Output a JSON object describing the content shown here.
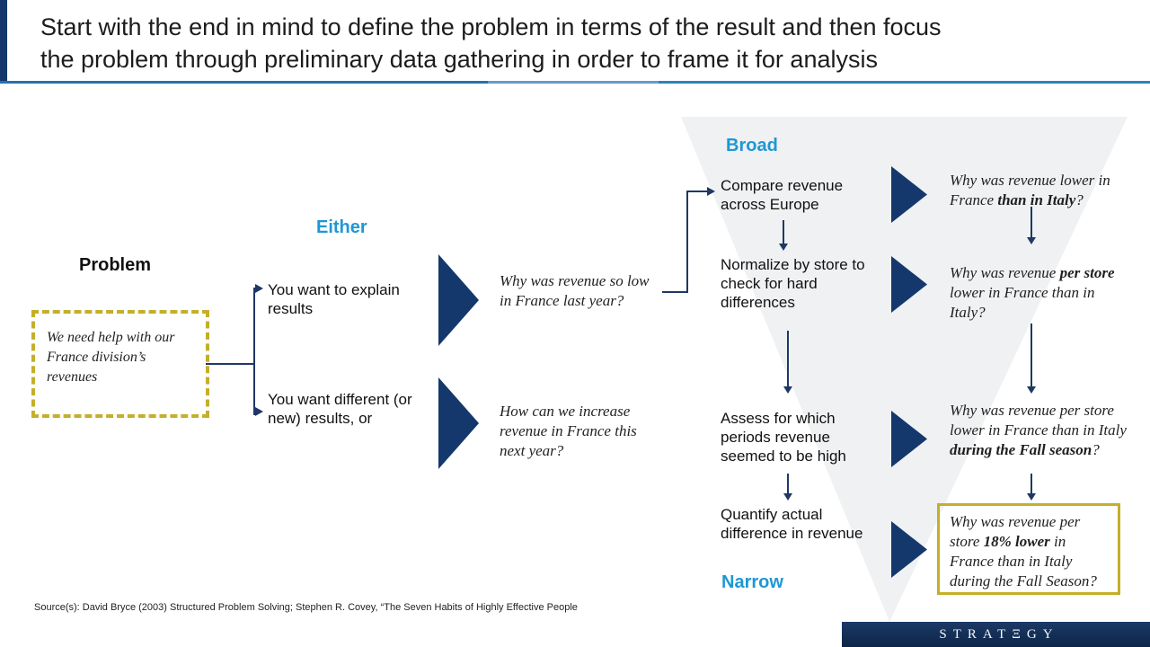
{
  "slide": {
    "title_line1": "Start with the end in mind to define the problem in terms of the result and then focus",
    "title_line2": "the problem through preliminary data gathering in order to frame it for analysis",
    "source": "Source(s): David Bryce (2003) Structured Problem Solving; Stephen R. Covey, “The Seven Habits of Highly Effective People",
    "logo": "STRATΞGY"
  },
  "colors": {
    "navy": "#14386B",
    "cyan": "#1E97D4",
    "olive_yellow": "#C4AF2A",
    "funnel_gray": "#EFF1F3",
    "rule_blue": "#2E83BC"
  },
  "left_flow": {
    "problem_label": "Problem",
    "problem_statement": "We need help with our France division’s revenues",
    "either_label": "Either",
    "option1": "You want to explain results",
    "option2": "You want different (or new) results, or",
    "question1": "Why was revenue so low in France last year?",
    "question2": "How can we increase revenue in France this next year?"
  },
  "funnel": {
    "broad_label": "Broad",
    "narrow_label": "Narrow",
    "steps": [
      "Compare revenue across Europe",
      "Normalize by store to check for hard differences",
      "Assess for which periods revenue seemed to be high",
      "Quantify actual difference in revenue"
    ],
    "questions": [
      {
        "pre": "Why was revenue lower in France ",
        "bold": "than in Italy",
        "post": "?"
      },
      {
        "pre": "Why was revenue ",
        "bold": "per store",
        "post": " lower in France than in Italy?"
      },
      {
        "pre": "Why was revenue per store lower in France than in Italy ",
        "bold": "during the Fall season",
        "post": "?"
      },
      {
        "pre": "Why was revenue per store ",
        "bold": "18% lower",
        "post": " in France than in Italy during the Fall Season?"
      }
    ]
  }
}
